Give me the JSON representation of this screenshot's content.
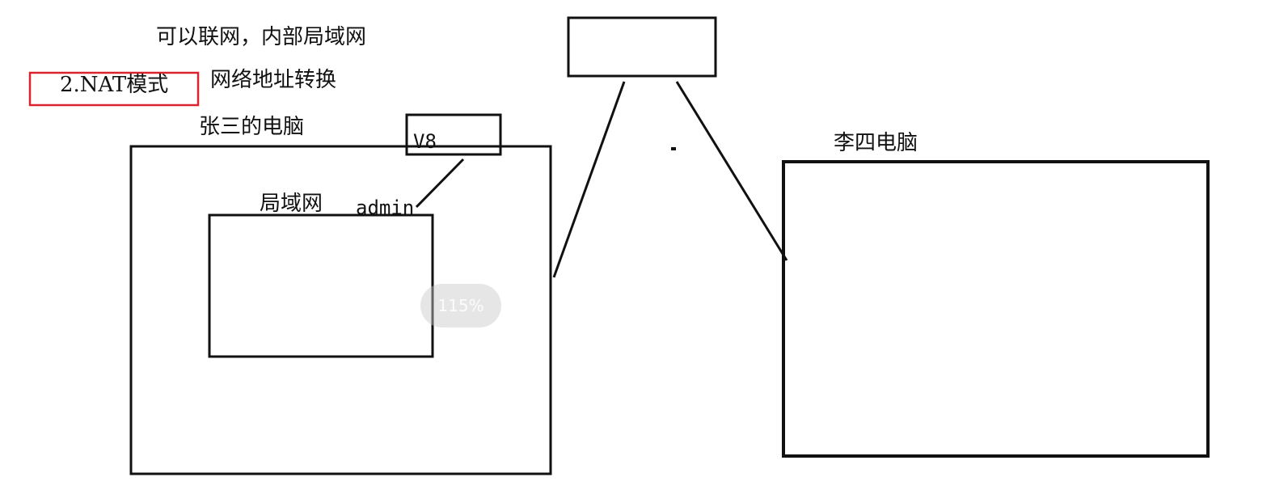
{
  "labels": {
    "intro": "可以联网，内部局域网",
    "mode": "2.NAT模式",
    "nat_desc": "网络地址转换",
    "zhangsan_pc": "张三的电脑",
    "vm_tag": "V8",
    "lan": "局域网",
    "admin": "admin",
    "lisi_pc": "李四电脑"
  },
  "zoom": {
    "level": "115%"
  },
  "colors": {
    "ink": "#111111",
    "highlight_box": "#d9232e",
    "zoom_badge": "#c8c8c8"
  }
}
